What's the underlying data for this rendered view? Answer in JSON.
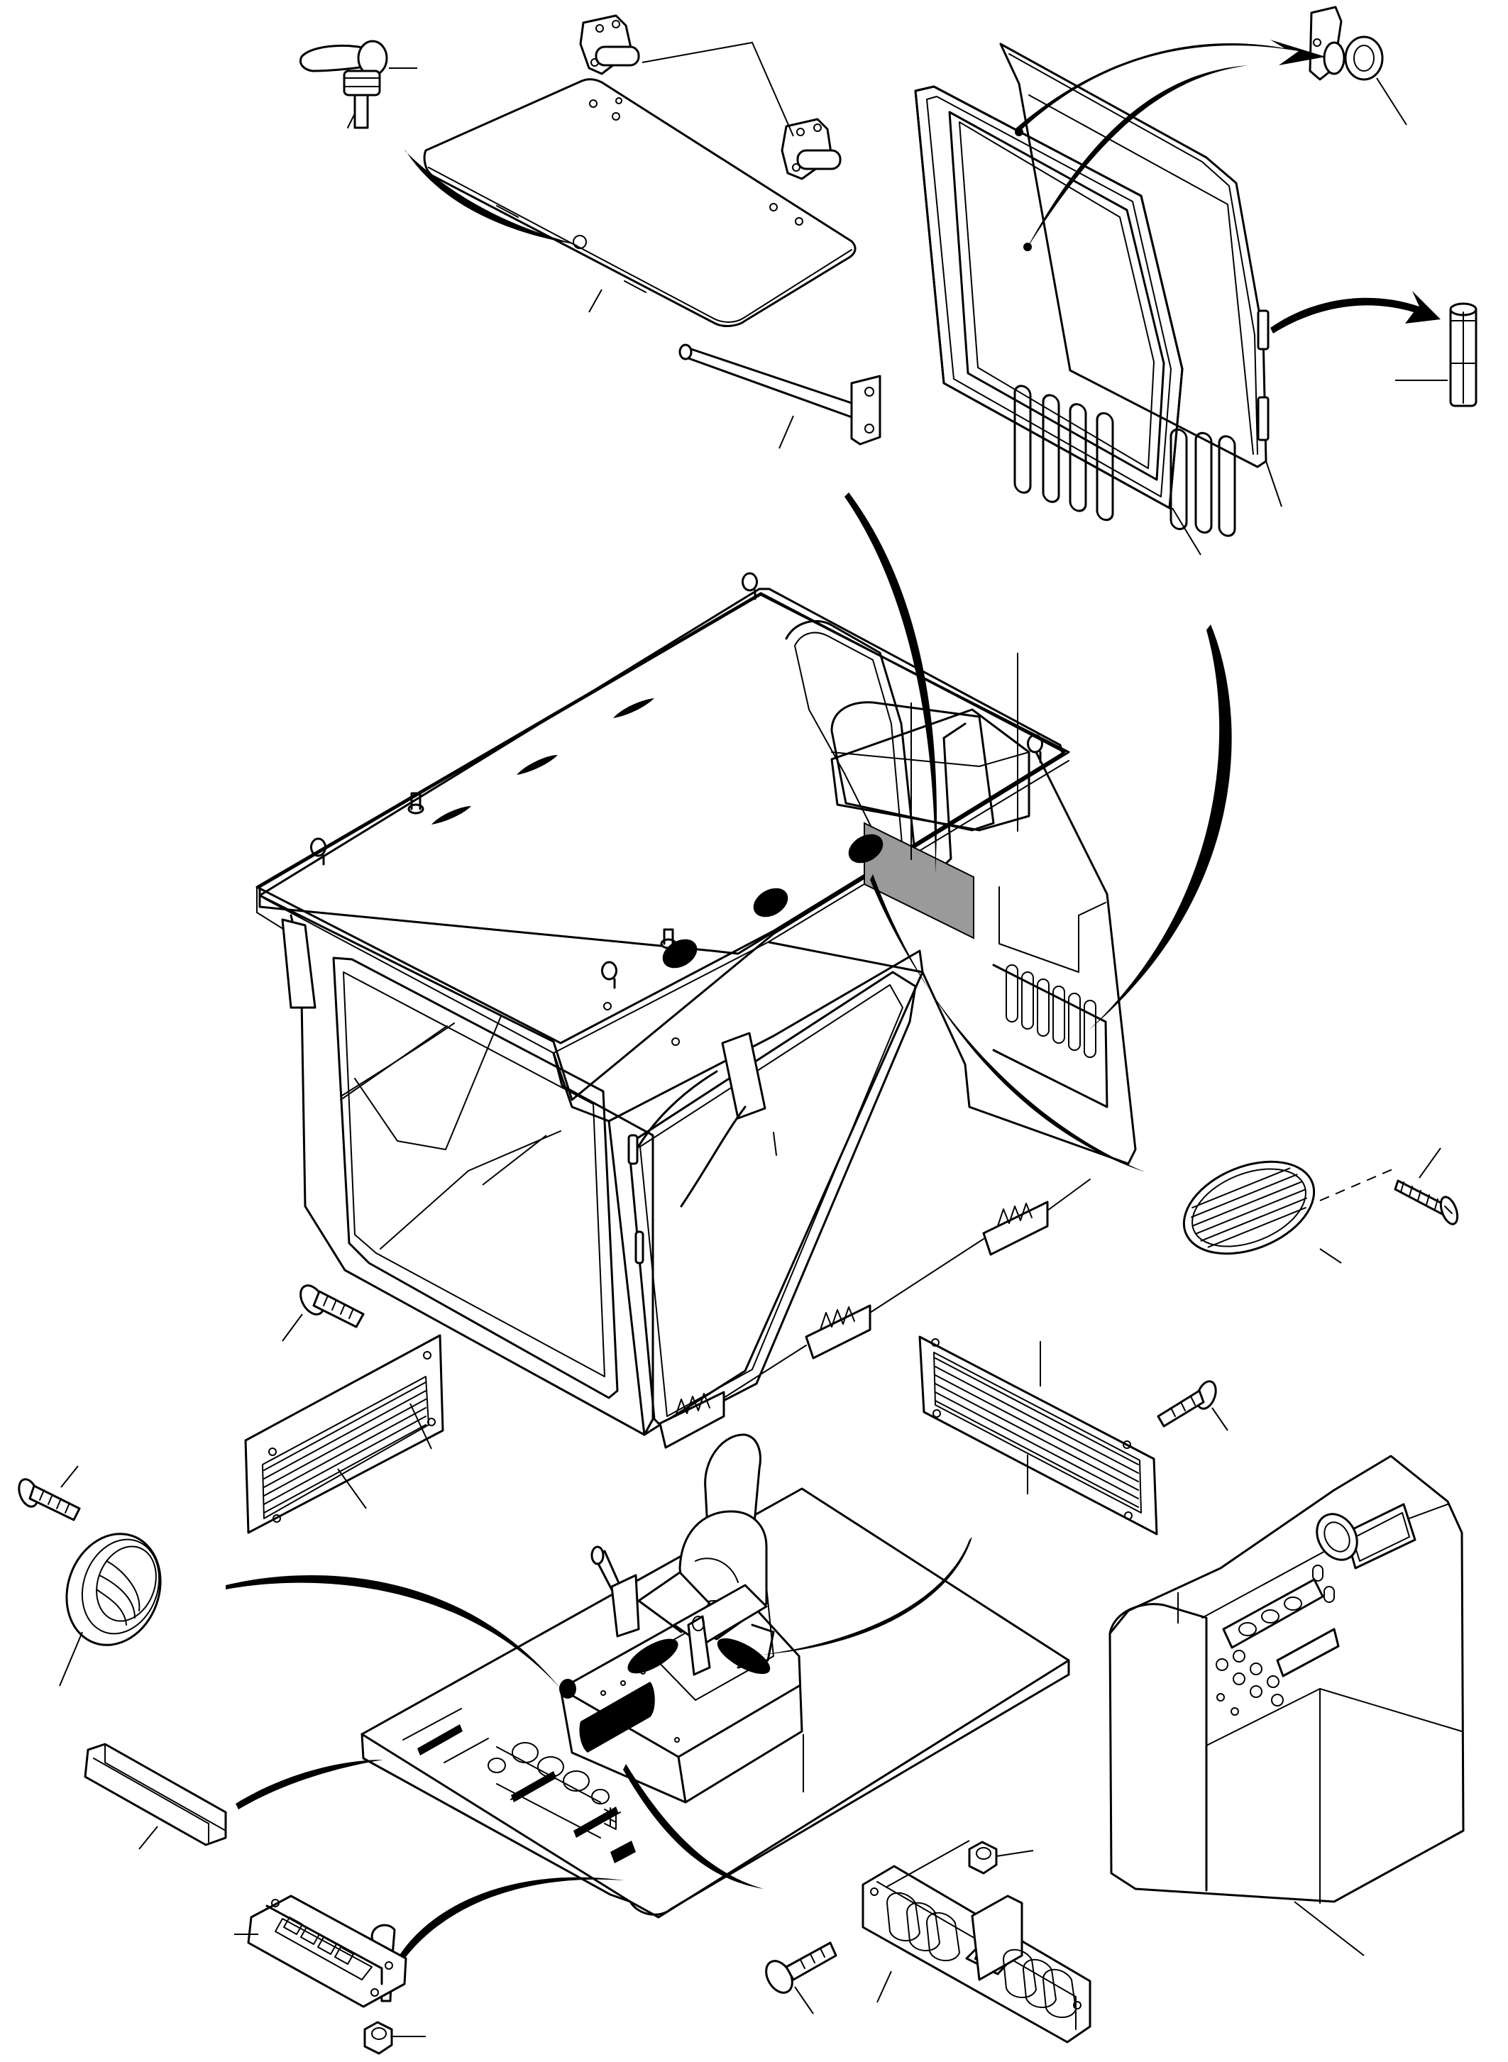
{
  "figure": {
    "type": "exploded parts diagram",
    "colors": {
      "ink": "#000000",
      "paper": "#ffffff",
      "shade": "#9a9a9a"
    }
  },
  "parts": [
    {
      "id": "roof-latch",
      "icon": "latch-handle-icon"
    },
    {
      "id": "roof-hinges",
      "icon": "hinge-icon"
    },
    {
      "id": "roof-hatch-panel",
      "icon": "panel-icon"
    },
    {
      "id": "hatch-stay-arm",
      "icon": "stay-arm-icon"
    },
    {
      "id": "door-latch",
      "icon": "latch-icon"
    },
    {
      "id": "hinge-pin",
      "icon": "pin-icon"
    },
    {
      "id": "door-seal-frame",
      "icon": "seal-frame-icon"
    },
    {
      "id": "door-panel",
      "icon": "door-icon"
    },
    {
      "id": "cab-shell",
      "icon": "cab-icon"
    },
    {
      "id": "oval-vent-grille",
      "icon": "vent-grille-icon"
    },
    {
      "id": "grille-screw",
      "icon": "screw-icon"
    },
    {
      "id": "left-louver-panel",
      "icon": "louver-panel-icon"
    },
    {
      "id": "right-louver-panel",
      "icon": "louver-panel-icon"
    },
    {
      "id": "round-air-vent",
      "icon": "round-vent-icon"
    },
    {
      "id": "operator-seat",
      "icon": "seat-icon"
    },
    {
      "id": "floor-plate",
      "icon": "floor-plate-icon"
    },
    {
      "id": "control-console",
      "icon": "console-icon"
    },
    {
      "id": "trim-strip",
      "icon": "trim-strip-icon"
    },
    {
      "id": "switch-panel",
      "icon": "switch-panel-icon"
    },
    {
      "id": "rocker-switch-plate",
      "icon": "rocker-switch-icon"
    },
    {
      "id": "bolts",
      "icon": "bolt-icon"
    },
    {
      "id": "nuts",
      "icon": "nut-icon"
    }
  ]
}
